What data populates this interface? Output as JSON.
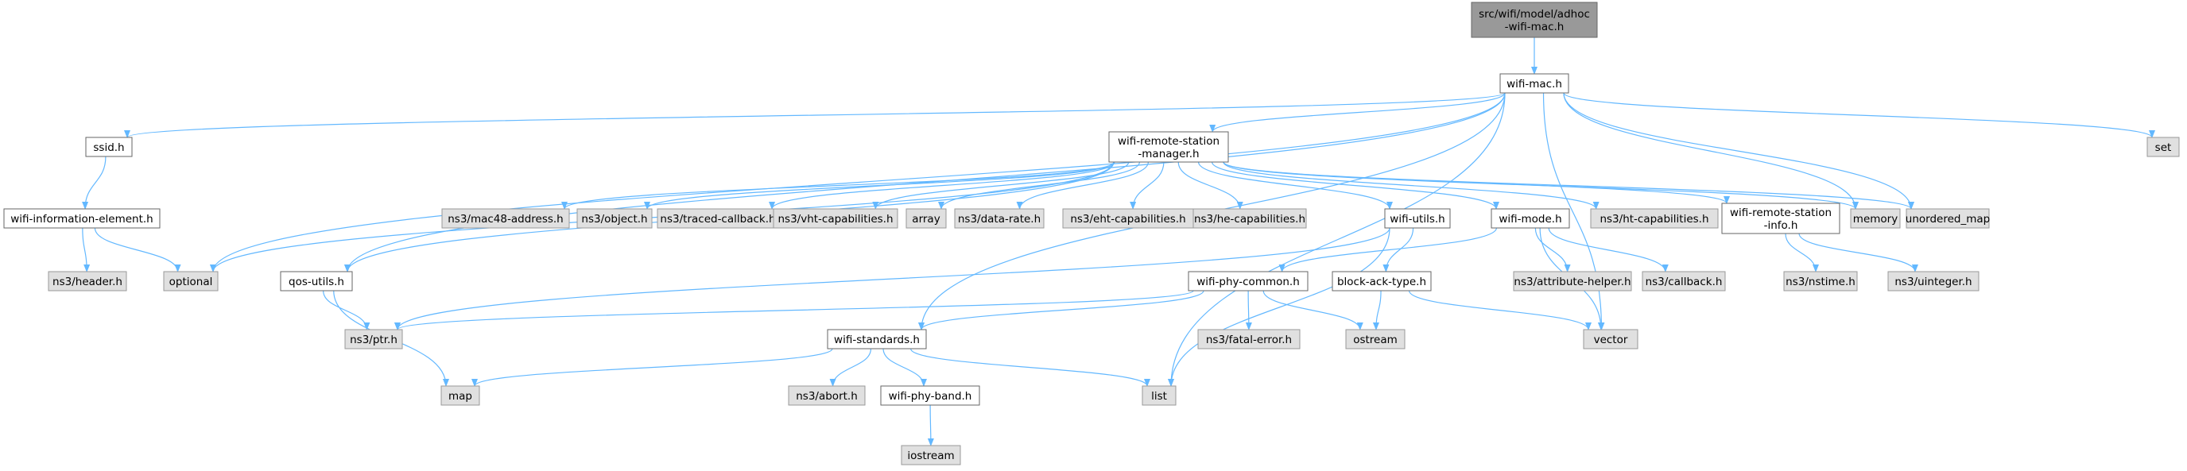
{
  "colors": {
    "edge": "#63b8ff",
    "root_fill": "#999999",
    "root_stroke": "#666666",
    "file_fill": "#ffffff",
    "file_stroke": "#666666",
    "ext_fill": "#e0e0e0",
    "ext_stroke": "#999999"
  },
  "nodes": {
    "root": {
      "lines": [
        "src/wifi/model/adhoc",
        "-wifi-mac.h"
      ],
      "kind": "root"
    },
    "wifi_mac": {
      "lines": [
        "wifi-mac.h"
      ],
      "kind": "file"
    },
    "ssid": {
      "lines": [
        "ssid.h"
      ],
      "kind": "file"
    },
    "wrsm": {
      "lines": [
        "wifi-remote-station",
        "-manager.h"
      ],
      "kind": "file"
    },
    "set": {
      "lines": [
        "set"
      ],
      "kind": "ext"
    },
    "wie": {
      "lines": [
        "wifi-information-element.h"
      ],
      "kind": "file"
    },
    "header": {
      "lines": [
        "ns3/header.h"
      ],
      "kind": "ext"
    },
    "optional": {
      "lines": [
        "optional"
      ],
      "kind": "ext"
    },
    "qos": {
      "lines": [
        "qos-utils.h"
      ],
      "kind": "file"
    },
    "mac48": {
      "lines": [
        "ns3/mac48-address.h"
      ],
      "kind": "ext"
    },
    "object": {
      "lines": [
        "ns3/object.h"
      ],
      "kind": "ext"
    },
    "traced": {
      "lines": [
        "ns3/traced-callback.h"
      ],
      "kind": "ext"
    },
    "vht": {
      "lines": [
        "ns3/vht-capabilities.h"
      ],
      "kind": "ext"
    },
    "array": {
      "lines": [
        "array"
      ],
      "kind": "ext"
    },
    "datarate": {
      "lines": [
        "ns3/data-rate.h"
      ],
      "kind": "ext"
    },
    "eht": {
      "lines": [
        "ns3/eht-capabilities.h"
      ],
      "kind": "ext"
    },
    "he": {
      "lines": [
        "ns3/he-capabilities.h"
      ],
      "kind": "ext"
    },
    "wutils": {
      "lines": [
        "wifi-utils.h"
      ],
      "kind": "file"
    },
    "wmode": {
      "lines": [
        "wifi-mode.h"
      ],
      "kind": "file"
    },
    "ht": {
      "lines": [
        "ns3/ht-capabilities.h"
      ],
      "kind": "ext"
    },
    "wrsi": {
      "lines": [
        "wifi-remote-station",
        "-info.h"
      ],
      "kind": "file"
    },
    "memory": {
      "lines": [
        "memory"
      ],
      "kind": "ext"
    },
    "umap": {
      "lines": [
        "unordered_map"
      ],
      "kind": "ext"
    },
    "nstime": {
      "lines": [
        "ns3/nstime.h"
      ],
      "kind": "ext"
    },
    "uinteger": {
      "lines": [
        "ns3/uinteger.h"
      ],
      "kind": "ext"
    },
    "phycommon": {
      "lines": [
        "wifi-phy-common.h"
      ],
      "kind": "file"
    },
    "bat": {
      "lines": [
        "block-ack-type.h"
      ],
      "kind": "file"
    },
    "attrhelper": {
      "lines": [
        "ns3/attribute-helper.h"
      ],
      "kind": "ext"
    },
    "callback": {
      "lines": [
        "ns3/callback.h"
      ],
      "kind": "ext"
    },
    "ptr": {
      "lines": [
        "ns3/ptr.h"
      ],
      "kind": "ext"
    },
    "wstd": {
      "lines": [
        "wifi-standards.h"
      ],
      "kind": "file"
    },
    "fatal": {
      "lines": [
        "ns3/fatal-error.h"
      ],
      "kind": "ext"
    },
    "ostream": {
      "lines": [
        "ostream"
      ],
      "kind": "ext"
    },
    "vector": {
      "lines": [
        "vector"
      ],
      "kind": "ext"
    },
    "map": {
      "lines": [
        "map"
      ],
      "kind": "ext"
    },
    "abort": {
      "lines": [
        "ns3/abort.h"
      ],
      "kind": "ext"
    },
    "list": {
      "lines": [
        "list"
      ],
      "kind": "ext"
    },
    "phyband": {
      "lines": [
        "wifi-phy-band.h"
      ],
      "kind": "file"
    },
    "iostream": {
      "lines": [
        "iostream"
      ],
      "kind": "ext"
    }
  },
  "edges": [
    [
      "root",
      "wifi_mac"
    ],
    [
      "wifi_mac",
      "ssid"
    ],
    [
      "wifi_mac",
      "wrsm"
    ],
    [
      "wifi_mac",
      "set"
    ],
    [
      "wifi_mac",
      "optional"
    ],
    [
      "wifi_mac",
      "qos"
    ],
    [
      "wifi_mac",
      "wstd"
    ],
    [
      "wifi_mac",
      "memory"
    ],
    [
      "wifi_mac",
      "umap"
    ],
    [
      "wifi_mac",
      "vector"
    ],
    [
      "wifi_mac",
      "list"
    ],
    [
      "ssid",
      "wie"
    ],
    [
      "wie",
      "header"
    ],
    [
      "wie",
      "optional"
    ],
    [
      "wrsm",
      "optional"
    ],
    [
      "wrsm",
      "qos"
    ],
    [
      "wrsm",
      "mac48"
    ],
    [
      "wrsm",
      "object"
    ],
    [
      "wrsm",
      "traced"
    ],
    [
      "wrsm",
      "vht"
    ],
    [
      "wrsm",
      "array"
    ],
    [
      "wrsm",
      "datarate"
    ],
    [
      "wrsm",
      "eht"
    ],
    [
      "wrsm",
      "he"
    ],
    [
      "wrsm",
      "wutils"
    ],
    [
      "wrsm",
      "wmode"
    ],
    [
      "wrsm",
      "ht"
    ],
    [
      "wrsm",
      "wrsi"
    ],
    [
      "wrsm",
      "memory"
    ],
    [
      "wrsm",
      "umap"
    ],
    [
      "qos",
      "ptr"
    ],
    [
      "qos",
      "map"
    ],
    [
      "wutils",
      "ptr"
    ],
    [
      "wutils",
      "bat"
    ],
    [
      "wutils",
      "list"
    ],
    [
      "wmode",
      "phycommon"
    ],
    [
      "wmode",
      "attrhelper"
    ],
    [
      "wmode",
      "callback"
    ],
    [
      "wmode",
      "vector"
    ],
    [
      "wrsi",
      "nstime"
    ],
    [
      "wrsi",
      "uinteger"
    ],
    [
      "phycommon",
      "ptr"
    ],
    [
      "phycommon",
      "wstd"
    ],
    [
      "phycommon",
      "fatal"
    ],
    [
      "phycommon",
      "ostream"
    ],
    [
      "bat",
      "ostream"
    ],
    [
      "bat",
      "vector"
    ],
    [
      "wstd",
      "map"
    ],
    [
      "wstd",
      "abort"
    ],
    [
      "wstd",
      "phyband"
    ],
    [
      "wstd",
      "list"
    ],
    [
      "phyband",
      "iostream"
    ]
  ]
}
